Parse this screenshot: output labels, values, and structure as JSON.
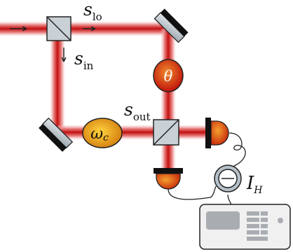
{
  "labels": {
    "s_lo": {
      "main": "s",
      "sub": "lo"
    },
    "s_in": {
      "main": "s",
      "sub": "in"
    },
    "s_out": {
      "main": "s",
      "sub": "out"
    },
    "theta": "θ",
    "omega": {
      "main": "ω",
      "sub": "c"
    },
    "ih": {
      "main": "I",
      "sub": "H"
    }
  },
  "colors": {
    "beam_core": "#c41010",
    "beam_glow": "#e98585",
    "phase_outer": "#c0140c",
    "phase_inner": "#f08a2c",
    "omega_outer": "#d27c10",
    "omega_inner": "#ffd23c",
    "detector_dark": "#c42008",
    "detector_light": "#f5a030",
    "splitter_fill": "#c9d0d6",
    "mirror_fill": "#b7c2ca"
  }
}
